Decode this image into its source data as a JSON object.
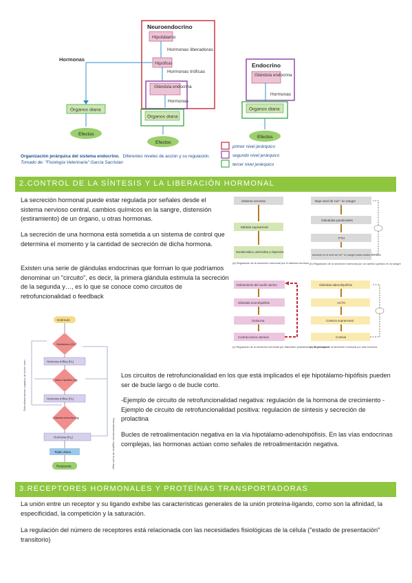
{
  "figure1": {
    "neuro_title": "Neuroendocrino",
    "hipotalamo": "Hipotálamo",
    "hormonas_liberadoras": "Hormonas liberadoras",
    "hipofisis": "Hipófisis",
    "hormonas_troficas": "Hormonas tróficas",
    "hormonas_label": "Hormonas",
    "glandula_endocrina": "Glándula endocrina",
    "hormonas": "Hormonas",
    "organos_diana": "Órganos diana",
    "efectos": "Efectos",
    "endocrino_title": "Endocrino",
    "caption_bold": "Organización jerárquica del sistema endocrino.",
    "caption_rest": "Diferentes niveles de acción y su regulación.",
    "caption_source": "Tomado de: \"Fisiología Veterinaria\" García Sacristan",
    "legend": [
      "primer nivel jerárquico",
      "segundo nivel jerárquico",
      "tercer nivel jerárquico"
    ]
  },
  "section2": {
    "heading": "2.CONTROL DE LA SÍNTESIS Y LA LIBERACIÓN HORMONAL",
    "p1": "La secreción hormonal puede estar regulada por señales desde el sistema nervioso central, cambios químicos en la sangre, distensión (estiramiento) de un órgano, u otras hormonas.",
    "p2": "La secreción de una hormona está sometida a un sistema de control que determina el momento y la cantidad de secreción de dicha hormona.",
    "p3": " Existen una serie de glándulas endocrinas que forman lo que podríamos denominar un \"circuito\", es decir, la primera glándula estimula la secreción de la segunda y…, es lo que se conoce como circuitos de retrofuncionalidad o feedback",
    "p4": " Los circuitos de retrofuncionalidad en los que está implicados el eje hipotálamo-hipófisis pueden ser de bucle largo o de bucle corto.",
    "p5": "-Ejemplo de circuito de retrofuncionalidad negativa: regulación de la hormona de crecimiento    -Ejemplo de circuito de retrofuncionalidad positiva: regulación de síntesis y secreción de prolactina",
    "p6": " Bucles de retroalimentación negativa en la vía hipotálamo-adenohipófisis. En las vías endocrinas complejas, las hormonas actúan como señales de retroalimentación negativa."
  },
  "figure2": {
    "a": [
      "Sistema nervioso",
      "Médula suprarrenal",
      "Noradrenalina, adrenalina y dopamina"
    ],
    "a_caption": "(a) Regulación de la secreción hormonal por el sistema nervioso",
    "b": [
      "Bajo nivel de Ca²⁺ en sangre",
      "Glándulas paratiroides",
      "PTH",
      "Aumento en el nivel de Ca²⁺ en sangre hasta niveles normales"
    ],
    "b_caption": "(b) Regulación de la secreción hormonal por un cambio químico en la sangre",
    "c": [
      "Estiramiento del cuello uterino",
      "Glándula neurohipófisis",
      "Oxitocina",
      "Contracciones uterinas"
    ],
    "c_caption": "(c) Regulación de la secreción hormonal por distensión (estiramiento) de un órgano",
    "d": [
      "Glándula adenohipófisis",
      "ACTH",
      "Corteza suprarrenal",
      "Cortisol"
    ],
    "d_caption": "(d) Regulación de la secreción hormonal por otra hormona"
  },
  "figure3": {
    "nodes": [
      "Estímulo",
      "Hipotálamo (Ch)",
      "Hormona trófica (H₁)",
      "Adeno-hipófisis (Cg)",
      "Hormona trófica (H₂)",
      "Glándula endocrina (Cg)",
      "Hormona (H₃)",
      "Tejido diana",
      "Respuesta"
    ],
    "left_label": "Retroalimentación negativa de bucle corto",
    "right_label": "Retroalimentación negativa de bucle largo"
  },
  "section3": {
    "heading": "3.RECEPTORES HORMONALES Y PROTEÍNAS TRANSPORTADORAS",
    "p1": "La unión entre un receptor y su ligando exhibe las características generales de la unión proteína-ligando, como son la afinidad, la especificidad, la competición y la saturación.",
    "p2": " La regulación del número de receptores está relacionada con las necesidades fisiológicas de la célula (\"estado de presentación\" transitorio)"
  },
  "colors": {
    "band": "#8fc640",
    "red": "#c8262d",
    "purple": "#8b3aa6",
    "green": "#3fae49",
    "blue": "#2e8fcf"
  }
}
